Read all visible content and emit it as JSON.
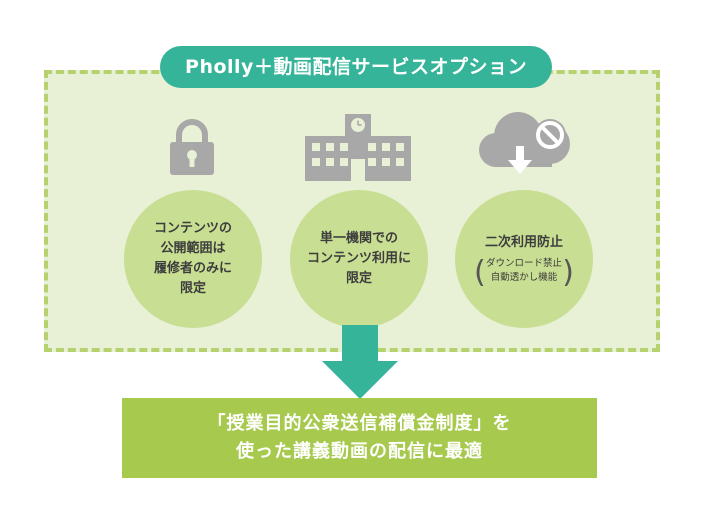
{
  "title": "Pholly＋動画配信サービスオプション",
  "features": [
    {
      "icon": "padlock-icon",
      "lines": [
        "コンテンツの",
        "公開範囲は",
        "履修者のみに",
        "限定"
      ]
    },
    {
      "icon": "building-icon",
      "lines": [
        "単一機関での",
        "コンテンツ利用に",
        "限定"
      ]
    },
    {
      "icon": "cloud-download-prohibited-icon",
      "lines": [
        "二次利用防止"
      ],
      "sub_lines": [
        "ダウンロード禁止",
        "自動透かし機能"
      ]
    }
  ],
  "result": {
    "line1": "「授業目的公衆送信補償金制度」を",
    "line2": "使った講義動画の配信に最適"
  },
  "colors": {
    "title_pill": "#36b49a",
    "panel_bg": "#e8f0d6",
    "panel_border": "#b5d26e",
    "circle": "#c8de92",
    "icon_gray": "#a8a8a8",
    "arrow": "#36b49a",
    "result_box": "#a6c94e"
  }
}
